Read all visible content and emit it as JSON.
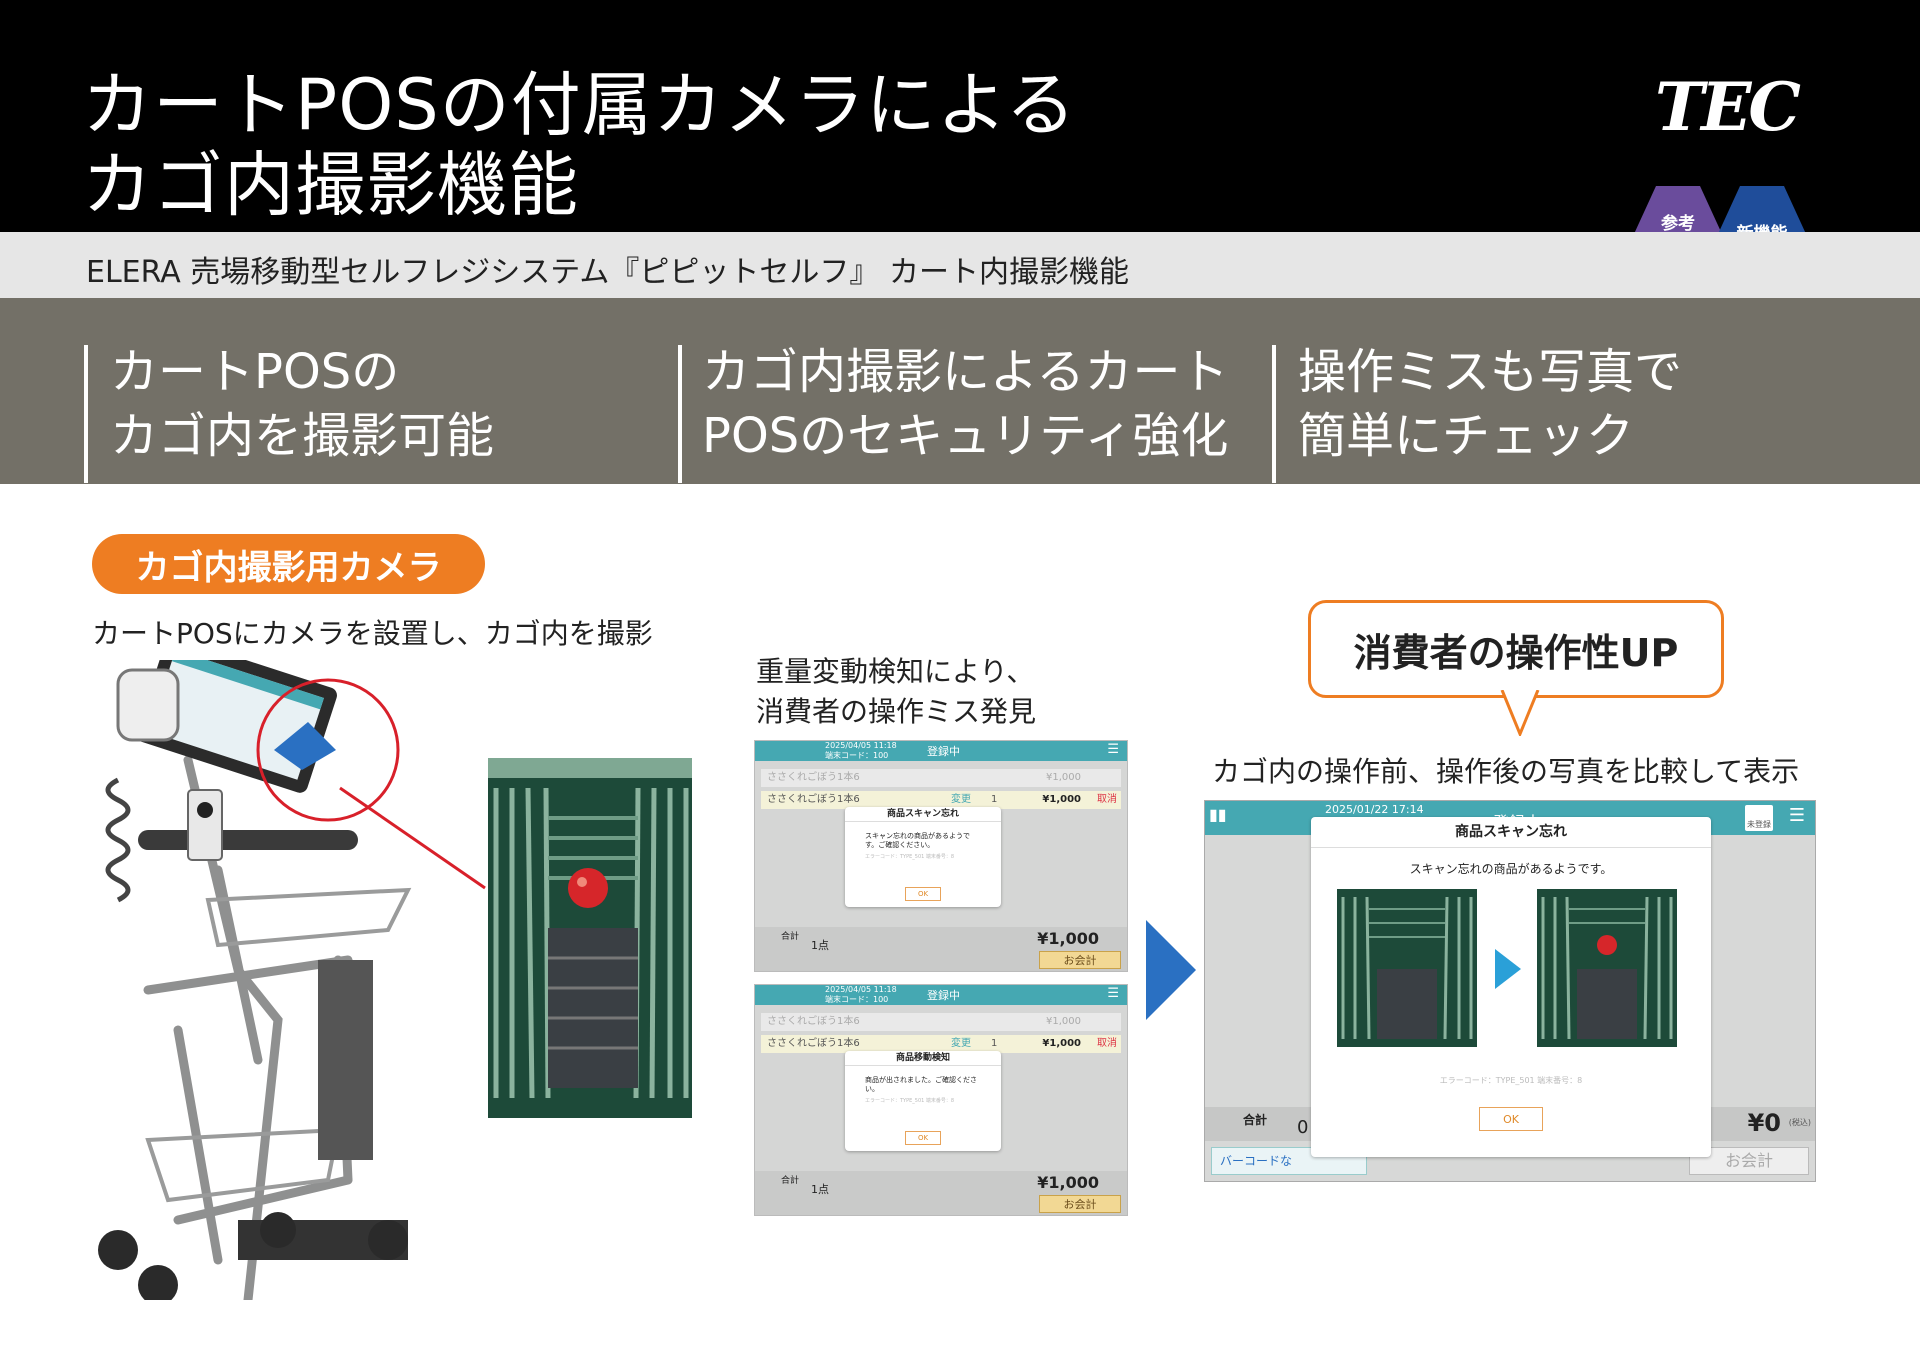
{
  "header": {
    "title_line1": "カートPOSの付属カメラによる",
    "title_line2": "カゴ内撮影機能",
    "logo": "TEC",
    "badges": [
      {
        "label": "参考\n出展",
        "color": "#6a4c9c"
      },
      {
        "label": "新機能",
        "color": "#1f4d9a"
      }
    ]
  },
  "subtitle": "ELERA 売場移動型セルフレジシステム『ピピットセルフ』 カート内撮影機能",
  "features": [
    {
      "line1": "カートPOSの",
      "line2": "カゴ内を撮影可能"
    },
    {
      "line1": "カゴ内撮影によるカート",
      "line2": "POSのセキュリティ強化"
    },
    {
      "line1": "操作ミスも写真で",
      "line2": "簡単にチェック"
    }
  ],
  "camera_section": {
    "pill": "カゴ内撮影用カメラ",
    "caption": "カートPOSにカメラを設置し、カゴ内を撮影"
  },
  "detection": {
    "caption_line1": "重量変動検知により、",
    "caption_line2": "消費者の操作ミス発見",
    "screen1": {
      "time": "2025/04/05 11:18",
      "terminal": "端末コード：100",
      "status": "登録中",
      "item_dim": "ささくれごぼう1本6",
      "item": "ささくれごぼう1本6",
      "price_dim": "¥1,000",
      "price": "¥1,000",
      "dialog_title": "商品スキャン忘れ",
      "dialog_msg": "スキャン忘れの商品があるようで\nす。ご確認ください。",
      "dialog_code": "エラーコード：TYPE_501 端末番号：8",
      "ok": "OK",
      "total_label": "合計",
      "count": "1点",
      "total": "¥1,000",
      "checkout": "お会計",
      "change": "変更",
      "qty": "1",
      "cancel": "取消"
    },
    "screen2": {
      "time": "2025/04/05 11:18",
      "terminal": "端末コード：100",
      "status": "登録中",
      "item_dim": "ささくれごぼう1本6",
      "item": "ささくれごぼう1本6",
      "price_dim": "¥1,000",
      "price": "¥1,000",
      "dialog_title": "商品移動検知",
      "dialog_msg": "商品が出されました。ご確認くださ\nい。",
      "dialog_code": "エラーコード：TYPE_501 端末番号：8",
      "ok": "OK",
      "total_label": "合計",
      "count": "1点",
      "total": "¥1,000",
      "checkout": "お会計",
      "change": "変更",
      "qty": "1",
      "cancel": "取消"
    }
  },
  "comparison": {
    "callout": "消費者の操作性UP",
    "caption": "カゴ内の操作前、操作後の写真を比較して表示",
    "screen": {
      "time": "2025/01/22 17:14",
      "status": "登録中",
      "dialog_title": "商品スキャン忘れ",
      "dialog_msg": "スキャン忘れの商品があるようです。",
      "dialog_code": "エラーコード：TYPE_501 端末番号：8",
      "ok": "OK",
      "total_label": "合計",
      "count": "0",
      "total": "¥0",
      "total_note": "(税込)",
      "barcode_btn": "バーコードな",
      "checkout": "お会計",
      "member": "未登録"
    }
  },
  "colors": {
    "header_bg": "#000000",
    "band_bg": "#737067",
    "accent_orange": "#ee7d22",
    "arrow_blue": "#2a70c2",
    "screen_teal": "#45a8b2"
  }
}
